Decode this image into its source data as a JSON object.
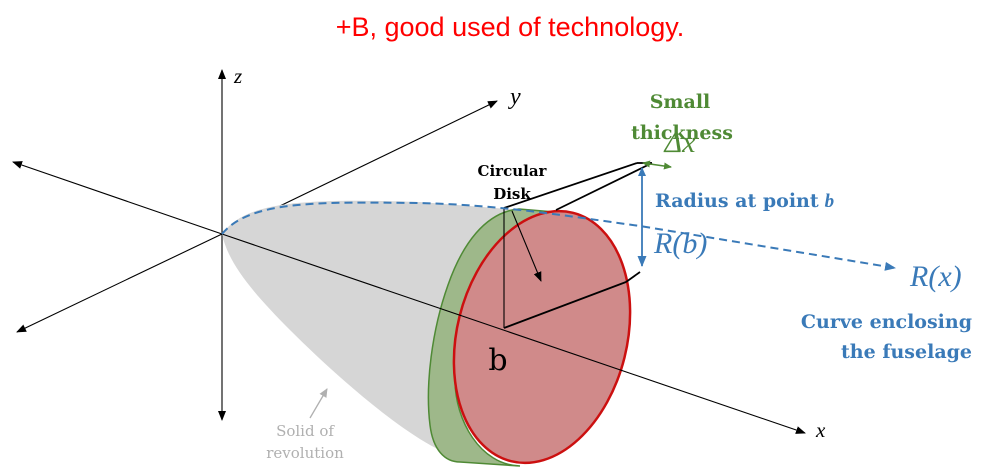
{
  "header": {
    "caption": "+B, good used of technology.",
    "caption_color": "#ff0000"
  },
  "axes": {
    "z_label": "z",
    "y_label": "y",
    "x_label": "x"
  },
  "labels": {
    "small_thickness_line1": "Small",
    "small_thickness_line2": "thickness",
    "delta_x": "Δx",
    "circular_disk_line1": "Circular",
    "circular_disk_line2": "Disk",
    "radius_at_point": "Radius at point",
    "radius_at_point_var": "b",
    "r_of_b": "R(b)",
    "r_of_x": "R(x)",
    "curve_line1": "Curve enclosing",
    "curve_line2": "the fuselage",
    "point_b": "b",
    "solid_line1": "Solid of",
    "solid_line2": "revolution"
  },
  "colors": {
    "green": "#4f8a35",
    "blue": "#3a7ab8",
    "disk_fill": "#d08a8a",
    "disk_edge": "#cc1010",
    "solid_fill": "#d6d6d6",
    "solid_label": "#b0b0b0"
  }
}
